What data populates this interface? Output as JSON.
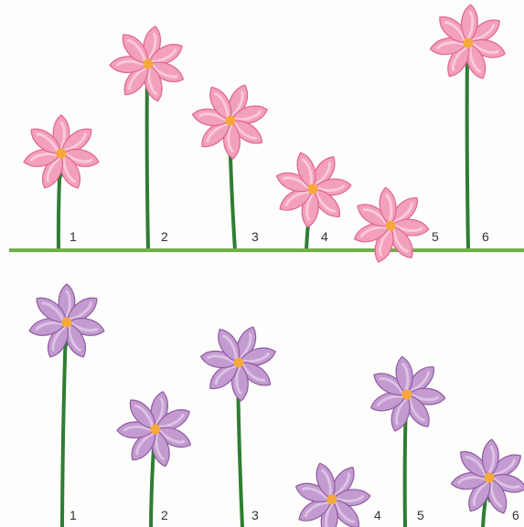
{
  "colors": {
    "stem": "#2f7d32",
    "ground": "#6fb04a",
    "pink_petal": "#f2a0bd",
    "pink_petal_edge": "#e0648f",
    "pink_petal_light": "#fbd3e1",
    "purple_petal": "#c39bd0",
    "purple_petal_edge": "#8f5aa3",
    "purple_petal_light": "#e2cce9",
    "flower_center": "#f5a93a"
  },
  "rows": [
    {
      "name": "pink-row",
      "palette": "pink",
      "has_ground_line": true,
      "flowers": [
        {
          "label": "1"
        },
        {
          "label": "2"
        },
        {
          "label": "3"
        },
        {
          "label": "4"
        },
        {
          "label": "5"
        },
        {
          "label": "6"
        }
      ]
    },
    {
      "name": "purple-row",
      "palette": "purple",
      "has_ground_line": false,
      "flowers": [
        {
          "label": "1"
        },
        {
          "label": "2"
        },
        {
          "label": "3"
        },
        {
          "label": "4"
        },
        {
          "label": "5"
        },
        {
          "label": "6"
        }
      ]
    }
  ]
}
